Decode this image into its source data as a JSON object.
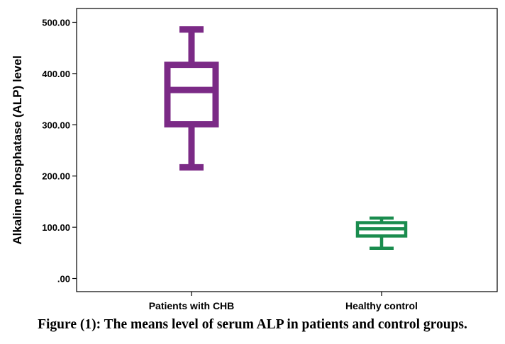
{
  "chart_data": {
    "type": "box",
    "ylabel": "Alkaline phosphatase (ALP) level",
    "xlabel": "",
    "ylim": [
      -20,
      530
    ],
    "yticks": [
      0,
      100,
      200,
      300,
      400,
      500
    ],
    "ytick_labels": [
      ".00",
      "100.00",
      "200.00",
      "300.00",
      "400.00",
      "500.00"
    ],
    "categories": [
      "Patients with CHB",
      "Healthy control"
    ],
    "boxes": [
      {
        "category": "Patients with CHB",
        "min": 217,
        "q1": 301,
        "median": 368,
        "q3": 417,
        "max": 486,
        "color": "#7b2a86"
      },
      {
        "category": "Healthy control",
        "min": 59,
        "q1": 83,
        "median": 97,
        "q3": 109,
        "max": 118,
        "color": "#1a8c4e"
      }
    ],
    "grid": false,
    "legend": "none"
  },
  "caption": "Figure (1): The means level of serum ALP in patients and control groups."
}
